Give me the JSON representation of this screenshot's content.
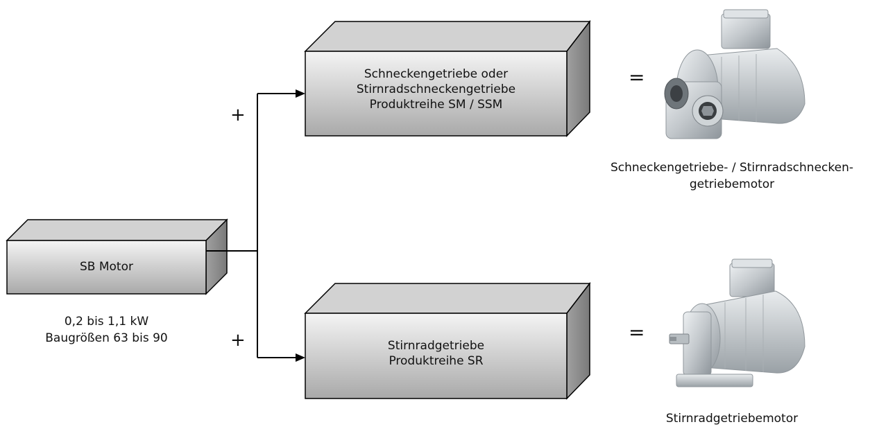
{
  "motor_box": {
    "label": "SB Motor",
    "specs": [
      "0,2 bis 1,1 kW",
      "Baugrößen 63 bis 90"
    ]
  },
  "worm_gear_box": {
    "lines": [
      "Schneckengetriebe oder",
      "Stirnradschneckengetriebe",
      "Produktreihe SM / SSM"
    ]
  },
  "helical_gear_box": {
    "lines": [
      "Stirnradgetriebe",
      "Produktreihe SR"
    ]
  },
  "plus_symbol": "+",
  "equals_symbol": "=",
  "worm_gear_motor_caption": [
    "Schneckengetriebe- / Stirnradschnecken-",
    "getriebemotor"
  ],
  "helical_gear_motor_caption": [
    "Stirnradgetriebemotor"
  ],
  "colors": {
    "box_front_top": "#f4f4f4",
    "box_front_bottom": "#a9a9a9",
    "box_top": "#d2d2d2",
    "box_side": "#8a8a8a",
    "line": "#000000"
  }
}
